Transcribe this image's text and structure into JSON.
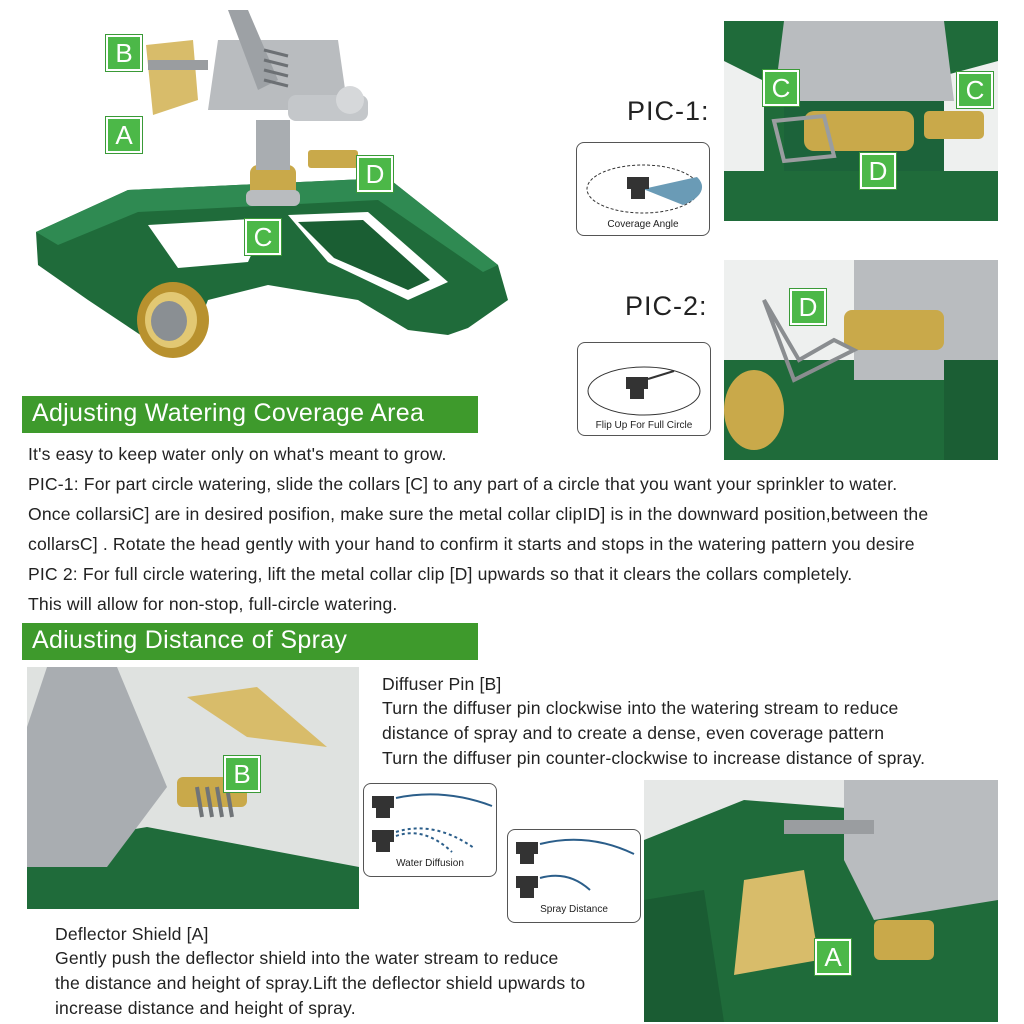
{
  "labels": {
    "a": "A",
    "b": "B",
    "c": "C",
    "d": "D"
  },
  "pic1": {
    "label": "PIC-1:",
    "card_caption": "Coverage Angle"
  },
  "pic2": {
    "label": "PIC-2:",
    "card_caption": "Flip Up For Full Circle"
  },
  "coverage_section": {
    "heading": "Adjusting Watering Coverage Area",
    "lines": [
      "It's easy to keep water only on what's meant to grow.",
      "PIC-1: For part circle watering, slide the collars [C] to any part of a circle that you want your sprinkler to water.",
      "Once collarsiC] are in desired posifion, make sure the metal collar clipID] is in the downward position,between the",
      "collarsC] . Rotate the head gently with your hand to confirm it starts and stops in the watering pattern you desire",
      "PIC 2: For full circle watering, lift the metal collar clip [D] upwards so that it clears the collars completely.",
      "This will allow for non-stop, full-circle watering."
    ]
  },
  "distance_section": {
    "heading": "Adiusting Distance of Spray",
    "diffuser": {
      "title": "Diffuser Pin [B]",
      "lines": [
        "Turn the diffuser pin clockwise into the watering stream to reduce",
        "distance of spray and to create a dense, even coverage pattern",
        "Turn the diffuser pin counter-clockwise to increase distance of spray."
      ]
    },
    "deflector": {
      "title": "Deflector Shield [A]",
      "lines": [
        "Gently push the deflector shield into the water stream to reduce",
        "the distance and height of spray.Lift the deflector shield upwards to",
        "increase distance and height of spray."
      ]
    },
    "cards": {
      "water_diffusion": "Water Diffusion",
      "spray_distance": "Spray Distance"
    }
  },
  "colors": {
    "brand_green": "#3e9a2c",
    "tag_green": "#4cb848",
    "base_green": "#1f6b3a",
    "brass": "#c9a94a",
    "metal": "#b9bcbf"
  },
  "icons": {
    "sprinkler": "sprinkler-icon",
    "spray_arc": "spray-arc-icon"
  }
}
